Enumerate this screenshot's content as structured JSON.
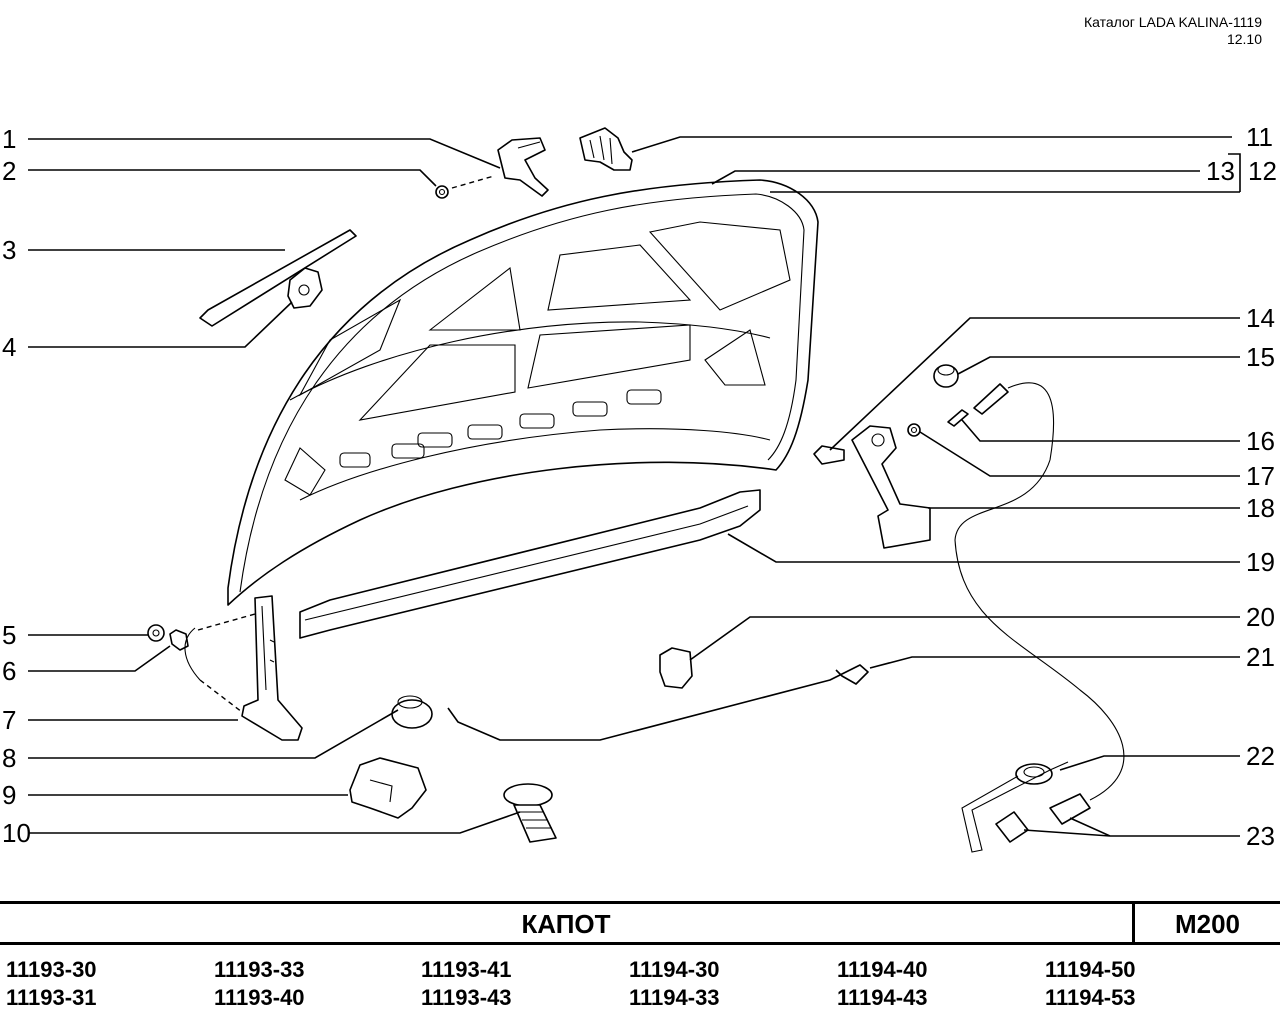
{
  "header": {
    "catalog": "Каталог LADA KALINA-1119",
    "date": "12.10"
  },
  "callouts": {
    "left": [
      "1",
      "2",
      "3",
      "4",
      "5",
      "6",
      "7",
      "8",
      "9",
      "10"
    ],
    "right": [
      "11",
      "13",
      "12",
      "14",
      "15",
      "16",
      "17",
      "18",
      "19",
      "20",
      "21",
      "22",
      "23"
    ]
  },
  "footer": {
    "title": "КАПОТ",
    "code": "M200",
    "models": [
      [
        "11193-30",
        "11193-31"
      ],
      [
        "11193-33",
        "11193-40"
      ],
      [
        "11193-41",
        "11193-43"
      ],
      [
        "11194-30",
        "11194-33"
      ],
      [
        "11194-40",
        "11194-43"
      ],
      [
        "11194-50",
        "11194-53"
      ]
    ]
  }
}
